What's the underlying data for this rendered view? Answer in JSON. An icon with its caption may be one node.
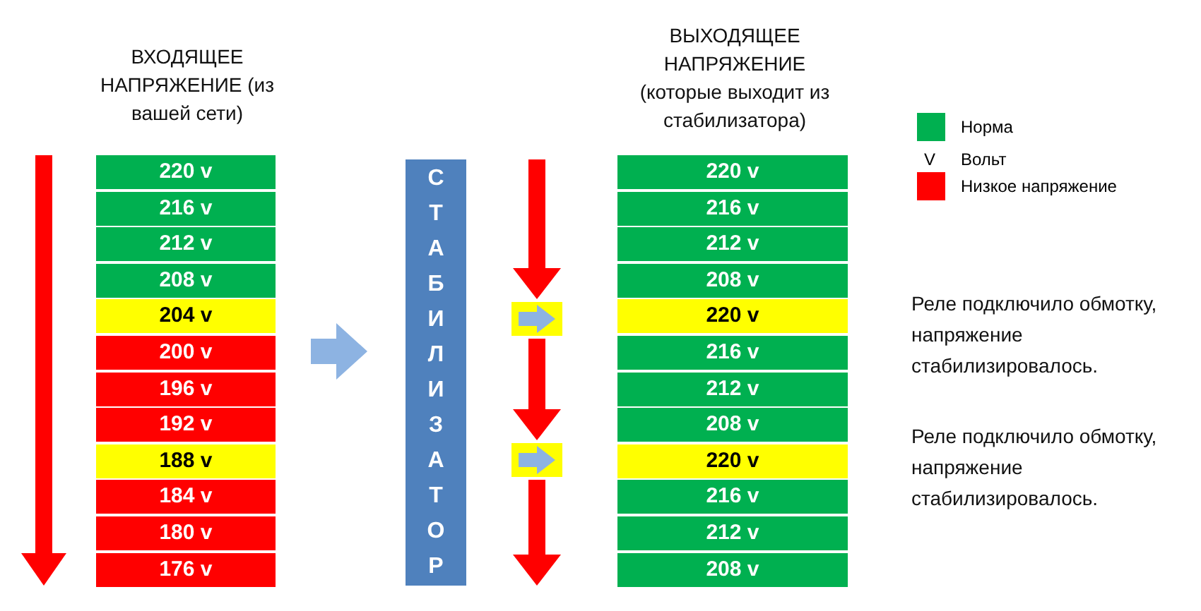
{
  "diagram": {
    "nodes": [
      {
        "text": [
          "СТАБИЛИЗАТОР"
        ]
      }
    ],
    "edges": [],
    "labels": [
      "ВХОДЯЩЕЕ НАПРЯЖЕНИЕ (из вашей сети)",
      "ВЫХОДЯЩЕЕ НАПРЯЖЕНИЕ (которые выходит из стабилизатора)",
      "220 v",
      "216 v",
      "212 v",
      "208 v",
      "204 v",
      "200 v",
      "196 v",
      "192 v",
      "188 v",
      "184 v",
      "180 v",
      "176 v",
      "220 v",
      "216 v",
      "212 v",
      "208 v",
      "220 v",
      "216 v",
      "212 v",
      "208 v",
      "220 v",
      "216 v",
      "212 v",
      "208 v",
      "V",
      "Реле подключило обмотку, напряжение стабилизировалось.",
      "Реле подключило обмотку, напряжение стабилизировалось."
    ],
    "legend": [
      {
        "text": "Норма",
        "color": "#00b050"
      },
      {
        "text": "Вольт"
      },
      {
        "text": "Низкое напряжение",
        "color": "#ff0000"
      }
    ]
  }
}
